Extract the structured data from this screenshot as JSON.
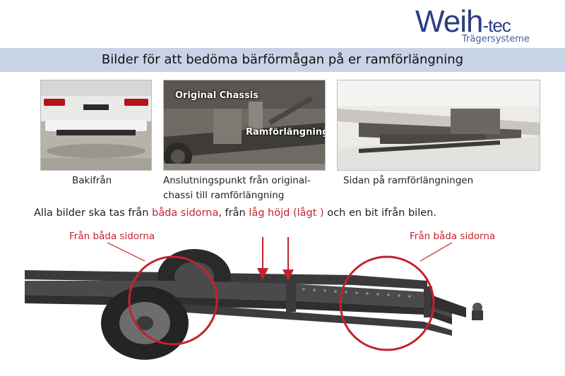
{
  "logo": {
    "brand_main": "Weih",
    "brand_dash": "-tec",
    "brand_sub": "Trägersysteme"
  },
  "header": {
    "title": "Bilder för att bedöma bärförmågan på er ramförlängning"
  },
  "photos": [
    {
      "caption": "Bakifrån"
    },
    {
      "caption_line1": "Anslutningspunkt från original-",
      "caption_line2": "chassi till ramförlängning",
      "label_original": "Original Chassis",
      "label_extension": "Ramförlängning"
    },
    {
      "caption": "Sidan på ramförlängningen"
    }
  ],
  "instruction": {
    "part1": "Alla bilder ska tas från ",
    "part2": "båda sidorna",
    "part3": ", från ",
    "part4": "låg höjd (lågt )",
    "part5": " och en bit ifrån bilen."
  },
  "diagram": {
    "label_left": "Från båda sidorna",
    "label_right": "Från båda sidorna"
  },
  "colors": {
    "accent_red": "#c5222b",
    "band": "#c9d3e6",
    "brand_blue": "#2b3d86"
  }
}
